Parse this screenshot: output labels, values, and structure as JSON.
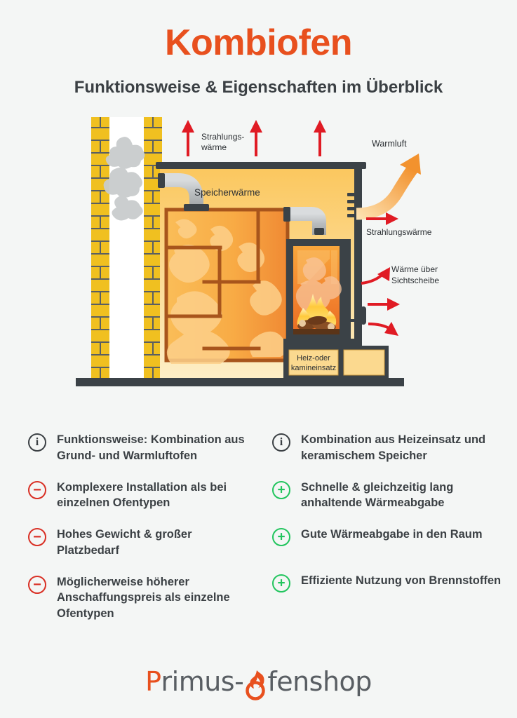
{
  "header": {
    "title": "Kombiofen",
    "subtitle": "Funktionsweise & Eigenschaften im Überblick",
    "title_color": "#e8501e",
    "subtitle_color": "#3b4044"
  },
  "illustration": {
    "labels": {
      "radiant_heat_top": "Strahlungs-\nwärme",
      "radiant_heat_top_line1": "Strahlungs-",
      "radiant_heat_top_line2": "wärme",
      "storage_heat": "Speicherwärme",
      "warm_air": "Warmluft",
      "radiant_heat_side": "Strahlungswärme",
      "glass_heat_line1": "Wärme über",
      "glass_heat_line2": "Sichtscheibe",
      "insert_line1": "Heiz-oder",
      "insert_line2": "kamineinsatz"
    },
    "colors": {
      "brick": "#f0c020",
      "brick_dark": "#e0a800",
      "mortar": "#4a4f53",
      "stove_body_top": "#fbc75e",
      "stove_body_bottom": "#fde9bb",
      "stove_frame": "#3b4247",
      "chamber_orange": "#f5993c",
      "chamber_light": "#fbbf5e",
      "pipe_gray": "#c6c9cb",
      "arrow_red": "#e01b24",
      "arrow_orange": "#f5a03c",
      "smoke_gray": "#c9cccd",
      "flame_yellow": "#ffd84d",
      "label_text": "#2b2f33"
    }
  },
  "features": {
    "left": [
      {
        "type": "info",
        "glyph": "i",
        "text": "Funktionsweise: Kombination aus Grund- und Warmluftofen"
      },
      {
        "type": "minus",
        "glyph": "−",
        "text": "Komplexere Installation als bei einzelnen Ofentypen"
      },
      {
        "type": "minus",
        "glyph": "−",
        "text": "Hohes Gewicht & großer Platzbedarf"
      },
      {
        "type": "minus",
        "glyph": "−",
        "text": "Möglicherweise höherer Anschaffungspreis als einzelne Ofentypen"
      }
    ],
    "right": [
      {
        "type": "info",
        "glyph": "i",
        "text": "Kombination aus Heizeinsatz und keramischem Speicher"
      },
      {
        "type": "plus",
        "glyph": "+",
        "text": "Schnelle & gleichzeitig lang anhaltende Wärmeabgabe"
      },
      {
        "type": "plus",
        "glyph": "+",
        "text": "Gute Wärmeabgabe in den Raum"
      },
      {
        "type": "plus",
        "glyph": "+",
        "text": "Effiziente Nutzung von Brennstoffen"
      }
    ],
    "colors": {
      "info": "#3b4044",
      "minus": "#d93025",
      "plus": "#22c55e",
      "text": "#3b4044"
    }
  },
  "logo": {
    "part1": "P",
    "part2": "rimus-",
    "part3": "O",
    "part4": "fenshop",
    "accent_color": "#e8501e",
    "text_color": "#595e63"
  },
  "background_color": "#f4f6f5"
}
